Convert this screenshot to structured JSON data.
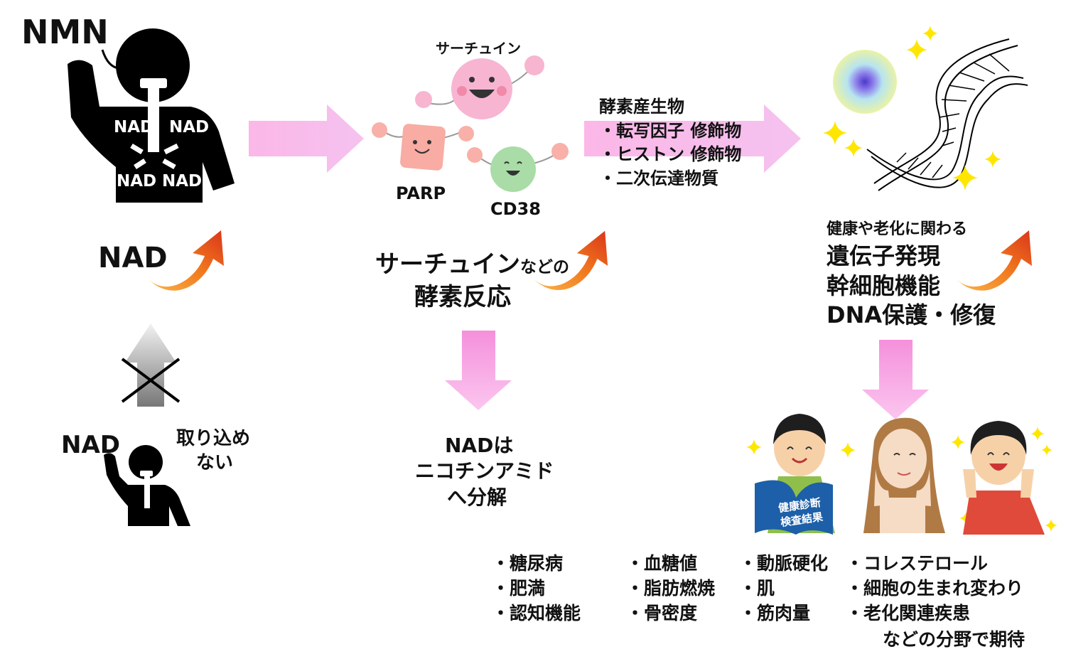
{
  "left": {
    "nmn_label": "NMN",
    "nad_cells": [
      "NAD",
      "NAD",
      "NAD",
      "NAD"
    ],
    "nad_up_label": "NAD",
    "nad_small_label": "NAD",
    "cannot_absorb_line1": "取り込め",
    "cannot_absorb_line2": "ない"
  },
  "enzymes": {
    "sirtuin": "サーチュイン",
    "parp": "PARP",
    "cd38": "CD38",
    "reaction_line1_main": "サーチュイン",
    "reaction_line1_small": "などの",
    "reaction_line2": "酵素反応",
    "decompose": [
      "NADは",
      "ニコチンアミド",
      "へ分解"
    ]
  },
  "products": {
    "title": "酵素産生物",
    "items": [
      "・転写因子 修飾物",
      "・ヒストン 修飾物",
      "・二次伝達物質"
    ]
  },
  "effects": {
    "intro": "健康や老化に関わる",
    "items": [
      "遺伝子発現",
      "幹細胞機能",
      "DNA保護・修復"
    ]
  },
  "booklet": {
    "line1": "健康診断",
    "line2": "検査結果"
  },
  "benefits": {
    "col1": [
      "・糖尿病",
      "・肥満",
      "・認知機能"
    ],
    "col2": [
      "・血糖値",
      "・脂肪燃焼",
      "・骨密度"
    ],
    "col3": [
      "・動脈硬化",
      "・肌",
      "・筋肉量"
    ],
    "col4": [
      "・コレステロール",
      "・細胞の生まれ変わり",
      "・老化関連疾患"
    ],
    "footer": "などの分野で期待"
  },
  "colors": {
    "pink_arrow": "#f9a8e3",
    "orange_arrow": "#f26a1b",
    "sirtuin": "#f7a9c8",
    "parp": "#f8a9a0",
    "cd38": "#a9dca6"
  }
}
